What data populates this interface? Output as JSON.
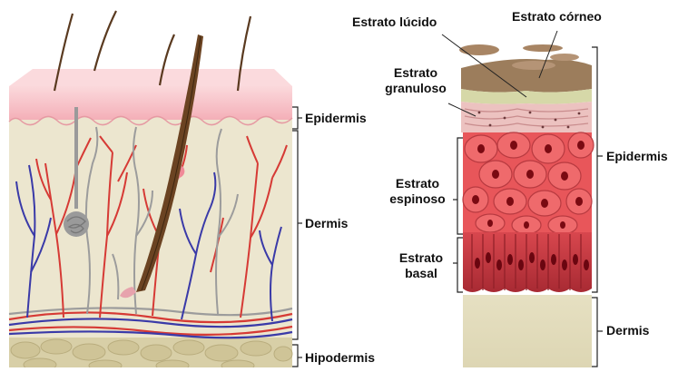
{
  "left_panel": {
    "labels": {
      "epidermis": "Epidermis",
      "dermis": "Dermis",
      "hypodermis": "Hipodermis"
    }
  },
  "right_panel": {
    "labels": {
      "lucid": "Estrato lúcido",
      "corneum": "Estrato córneo",
      "granulosum_1": "Estrato",
      "granulosum_2": "granuloso",
      "spinosum_1": "Estrato",
      "spinosum_2": "espinoso",
      "basal_1": "Estrato",
      "basal_2": "basal",
      "epidermis": "Epidermis",
      "dermis": "Dermis"
    }
  },
  "colors": {
    "epidermis_surface": "#f7c7cc",
    "dermis_tissue": "#ece6cf",
    "hypodermis_fat": "#d8cfa7",
    "artery": "#d63a35",
    "vein": "#3a3aa8",
    "nerve": "#9c9c9c",
    "hair": "#5a3a20",
    "cell": "#e8565a",
    "basal_cell": "#c8343c",
    "nucleus": "#7a0a12",
    "corneum": "#9c7d5c",
    "lucid": "#d6d8a8"
  }
}
